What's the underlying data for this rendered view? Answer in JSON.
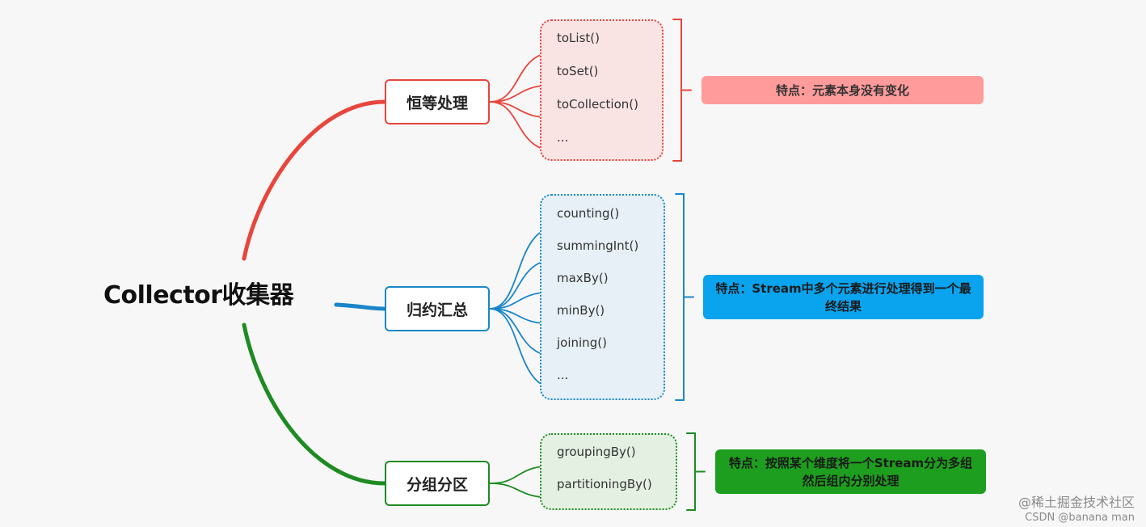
{
  "root": {
    "label": "Collector收集器"
  },
  "branches": [
    {
      "label": "恒等处理",
      "color": "#e8453c",
      "fill": "#fae3e3",
      "items": [
        "toList()",
        "toSet()",
        "toCollection()",
        "..."
      ],
      "note": "特点：元素本身没有变化",
      "note_bg": "#ff9b9b",
      "note_color": "#333333"
    },
    {
      "label": "归约汇总",
      "color": "#1a86c8",
      "fill": "#e6f0f6",
      "items": [
        "counting()",
        "summingInt()",
        "maxBy()",
        "minBy()",
        "joining()",
        "..."
      ],
      "note": "特点：Stream中多个元素进行处理得到一个最终结果",
      "note_bg": "#0aa3ee",
      "note_color": "#1a1a1a"
    },
    {
      "label": "分组分区",
      "color": "#1e8b22",
      "fill": "#e4f1e2",
      "items": [
        "groupingBy()",
        "partitioningBy()"
      ],
      "note": "特点：按照某个维度将一个Stream分为多组然后组内分别处理",
      "note_bg": "#1e9e1e",
      "note_color": "#1a1a1a"
    }
  ],
  "watermark": {
    "line1": "@稀土掘金技术社区",
    "line2": "CSDN @banana man"
  }
}
